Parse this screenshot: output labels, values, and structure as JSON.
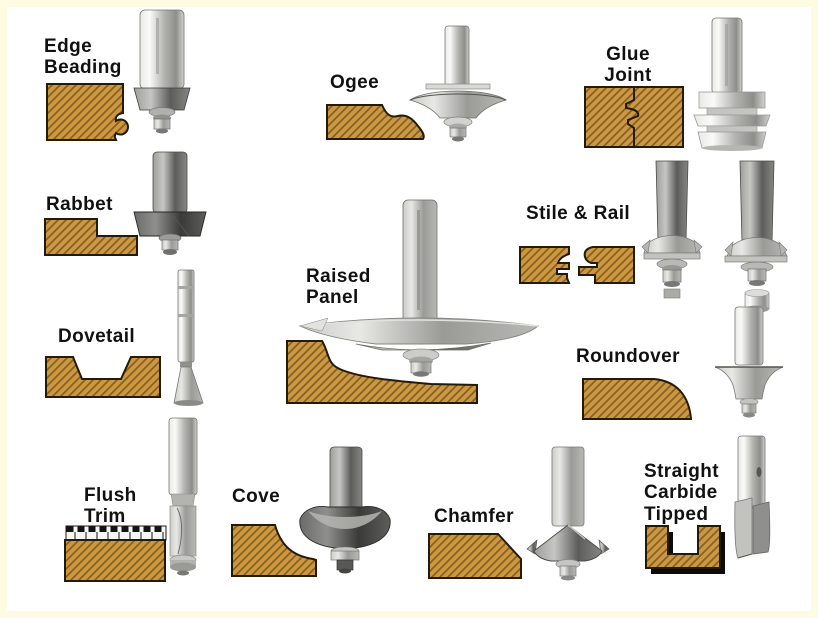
{
  "diagram": {
    "subject": "Router bit profile chart",
    "items": [
      {
        "id": "edge-beading",
        "label": "Edge Beading"
      },
      {
        "id": "ogee",
        "label": "Ogee"
      },
      {
        "id": "glue-joint",
        "label": "Glue Joint"
      },
      {
        "id": "rabbet",
        "label": "Rabbet"
      },
      {
        "id": "stile-rail",
        "label": "Stile & Rail"
      },
      {
        "id": "dovetail",
        "label": "Dovetail"
      },
      {
        "id": "raised-panel",
        "label": "Raised Panel"
      },
      {
        "id": "roundover",
        "label": "Roundover"
      },
      {
        "id": "flush-trim",
        "label": "Flush Trim"
      },
      {
        "id": "cove",
        "label": "Cove"
      },
      {
        "id": "chamfer",
        "label": "Chamfer"
      },
      {
        "id": "straight-carbide-tipped",
        "label": "Straight Carbide Tipped"
      }
    ]
  },
  "colors": {
    "wood": "#cc9742",
    "wood_hatch": "#86601f",
    "wood_outline": "#241a08",
    "background": "#ffffff",
    "frame": "#fdfbe2",
    "label_text": "#111111"
  }
}
